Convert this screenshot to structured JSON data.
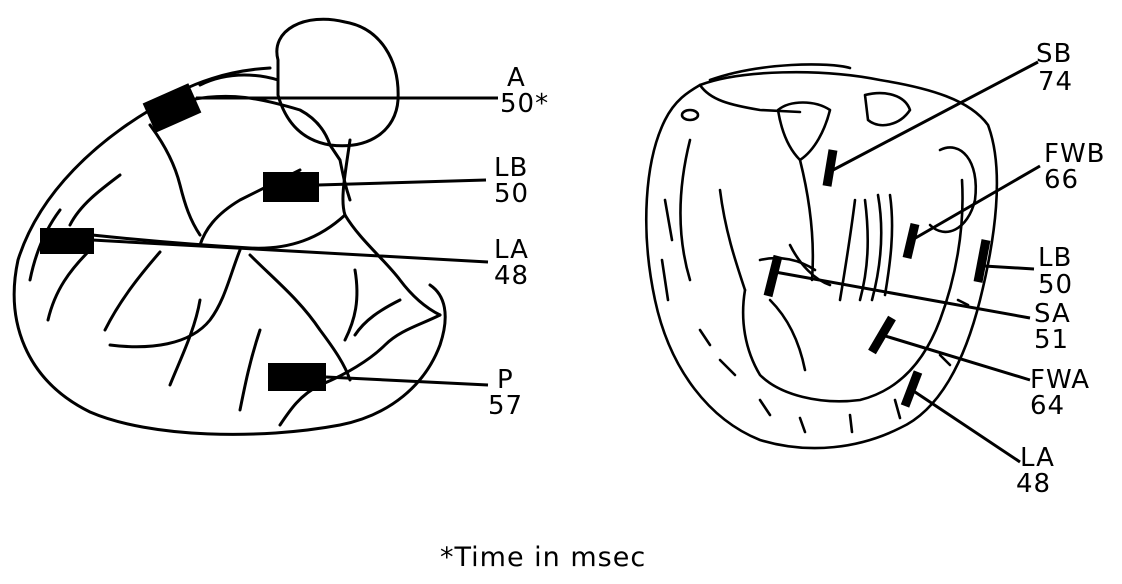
{
  "left_heart": {
    "labels": [
      {
        "id": "A",
        "name": "A",
        "value": "50*"
      },
      {
        "id": "LB",
        "name": "LB",
        "value": "50"
      },
      {
        "id": "LA",
        "name": "LA",
        "value": "48"
      },
      {
        "id": "P",
        "name": "P",
        "value": "57"
      }
    ]
  },
  "right_heart": {
    "labels": [
      {
        "id": "SB",
        "name": "SB",
        "value": "74"
      },
      {
        "id": "FWB",
        "name": "FWB",
        "value": "66"
      },
      {
        "id": "LB",
        "name": "LB",
        "value": "50"
      },
      {
        "id": "SA",
        "name": "SA",
        "value": "51"
      },
      {
        "id": "FWA",
        "name": "FWA",
        "value": "64"
      },
      {
        "id": "LA",
        "name": "LA",
        "value": "48"
      }
    ]
  },
  "footnote": "*Time in msec"
}
